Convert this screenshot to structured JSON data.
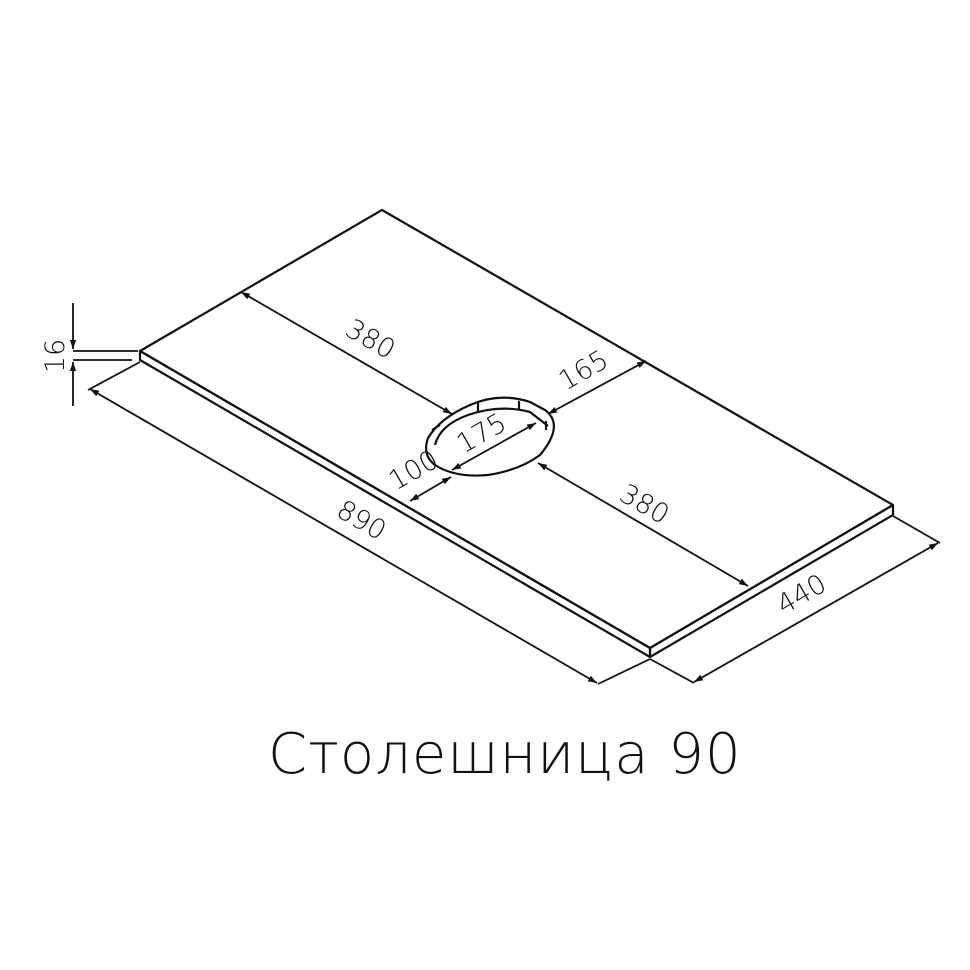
{
  "title": "Столешница 90",
  "product": {
    "name": "Столешница",
    "size_label": "90"
  },
  "dimensions": {
    "length": "890",
    "depth": "440",
    "thickness": "16",
    "left_offset_to_hole": "380",
    "right_offset_to_hole": "380",
    "back_offset_to_hole": "165",
    "front_offset_to_hole": "100",
    "hole_width": "175"
  },
  "colors": {
    "line": "#111111",
    "background": "#ffffff"
  }
}
